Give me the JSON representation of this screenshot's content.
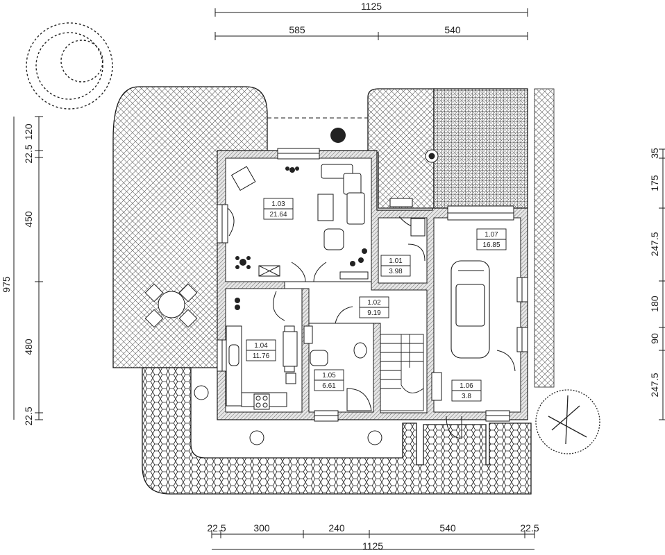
{
  "dimensions": {
    "top_total": "1125",
    "top_segments": [
      "585",
      "540"
    ],
    "bottom_total": "1125",
    "bottom_segments": [
      "22.5",
      "300",
      "240",
      "540",
      "22.5"
    ],
    "left_total": "975",
    "left_segments": [
      "120",
      "22.5",
      "450",
      "480",
      "22.5"
    ],
    "right_segments": [
      "35",
      "175",
      "247.5",
      "180",
      "90",
      "247.5"
    ]
  },
  "rooms": [
    {
      "number": "1.03",
      "area": "21.64"
    },
    {
      "number": "1.07",
      "area": "16.85"
    },
    {
      "number": "1.01",
      "area": "3.98"
    },
    {
      "number": "1.02",
      "area": "9.19"
    },
    {
      "number": "1.04",
      "area": "11.76"
    },
    {
      "number": "1.05",
      "area": "6.61"
    },
    {
      "number": "1.06",
      "area": "3.8"
    }
  ],
  "colors": {
    "line": "#1a1a1a",
    "hatch": "#333333",
    "wall_fill": "#d9d9d9"
  }
}
